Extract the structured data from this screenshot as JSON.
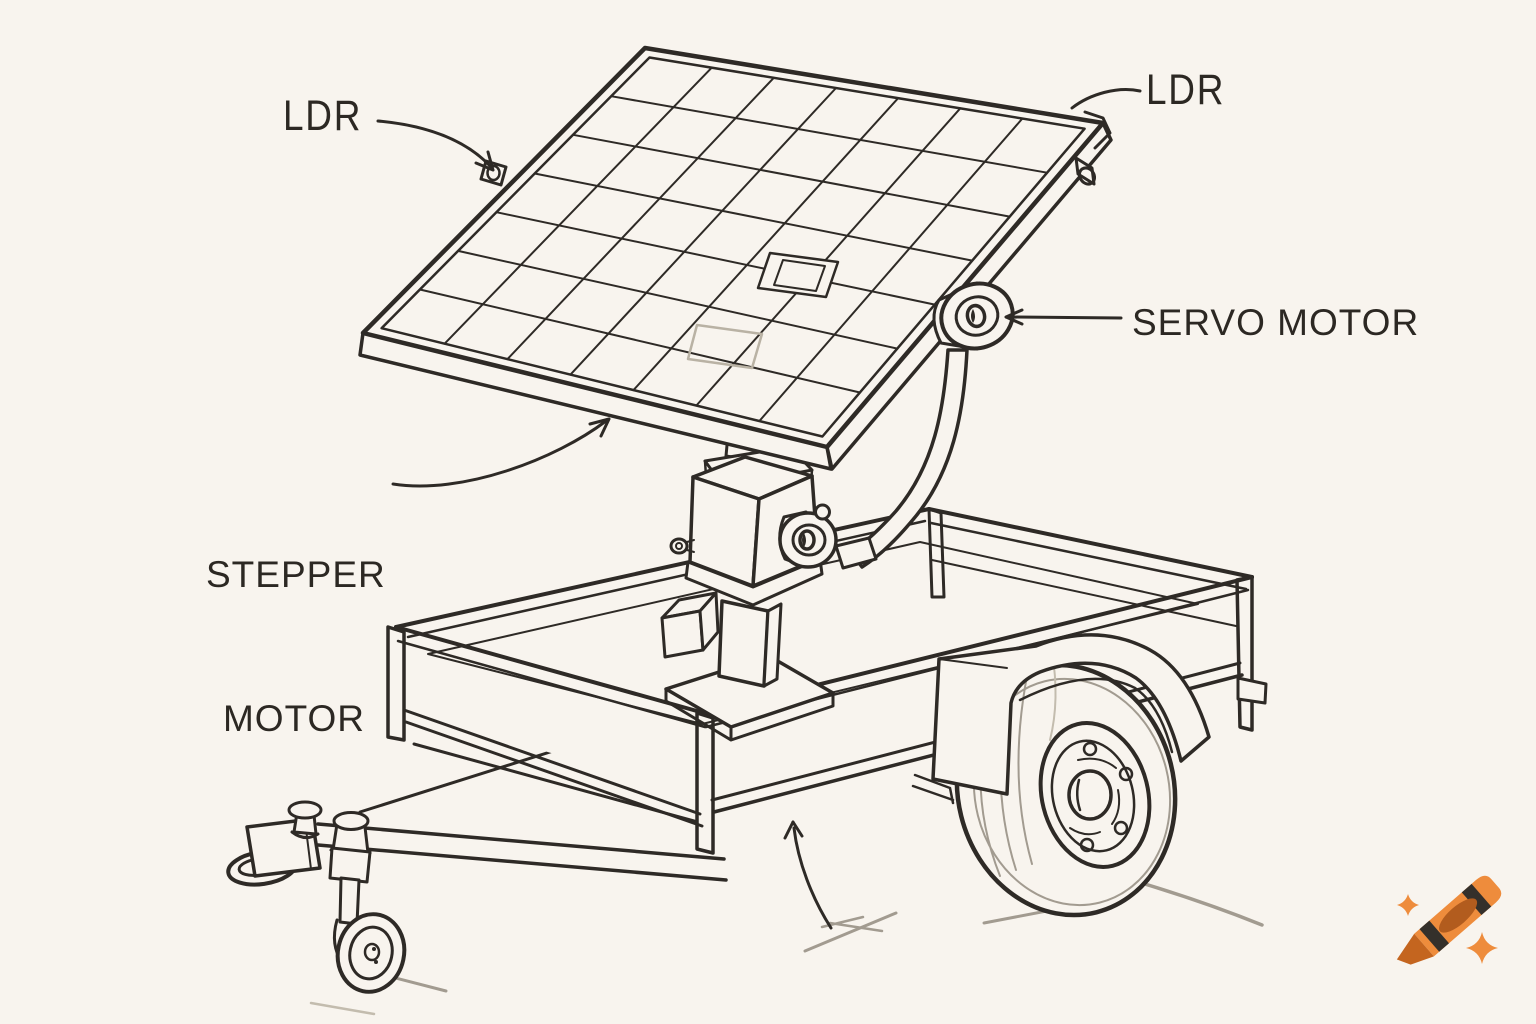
{
  "title": "Solar tracking trailer diagram",
  "labels": {
    "ldr_left": "LDR",
    "ldr_right": "LDR",
    "servo_motor": "SERVO MOTOR",
    "stepper_motor_line1": "STEPPER",
    "stepper_motor_line2": "MOTOR"
  },
  "colors": {
    "background": "#f8f4ee",
    "ink": "#2e2a26",
    "pencil_ground": "#a29b90"
  },
  "watermark": {
    "icon": "crayon-icon",
    "crayon_body": "#ee8c3c",
    "crayon_tip": "#c4651f",
    "crayon_stripe": "#34302b",
    "crayon_label": "#b25c1e",
    "sparkle_color": "#ee8c3c"
  }
}
